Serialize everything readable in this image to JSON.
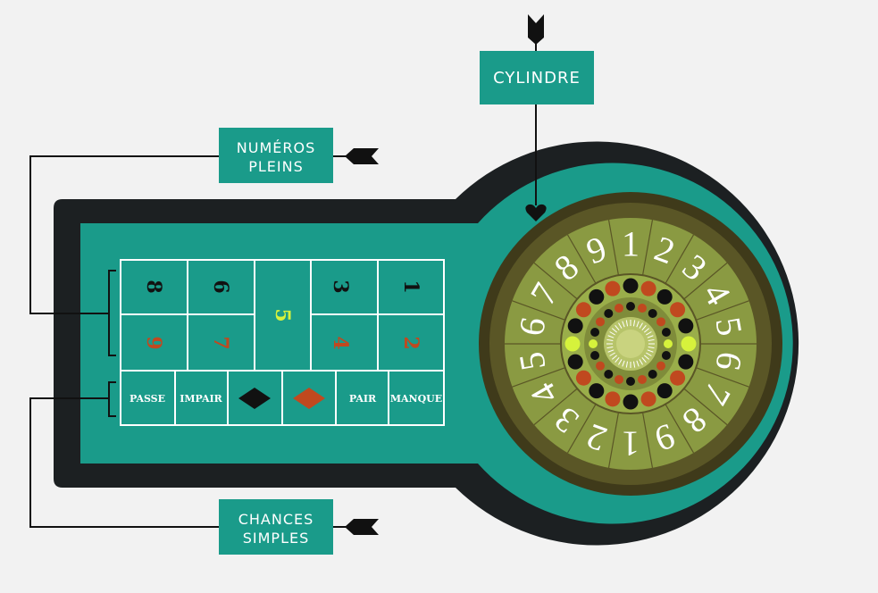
{
  "labels": {
    "cylindre": "CYLINDRE",
    "numeros_line1": "NUMÉROS",
    "numeros_line2": "PLEINS",
    "chances_line1": "CHANCES",
    "chances_line2": "SIMPLES"
  },
  "board": {
    "top_row": [
      "8",
      "6",
      "3",
      "1"
    ],
    "bottom_row": [
      "9",
      "7",
      "4",
      "2"
    ],
    "middle": "5",
    "bets": [
      "PASSE",
      "IMPAIR",
      "PAIR",
      "MANQUE"
    ]
  },
  "wheel": {
    "numbers": [
      "1",
      "2",
      "3",
      "4",
      "5",
      "6",
      "7",
      "8",
      "9",
      "1",
      "2",
      "3",
      "4",
      "5",
      "6",
      "7",
      "8",
      "9"
    ]
  },
  "colors": {
    "background": "#f2f2f2",
    "felt": "#1a9b8a",
    "rim": "#1c2022",
    "label_box": "#1a9b8a",
    "wheel_olive": "#8a9a42",
    "wheel_dark": "#3f3a1a",
    "accent_red": "#c0491f",
    "accent_yellow": "#d6f23c",
    "black": "#111111"
  }
}
